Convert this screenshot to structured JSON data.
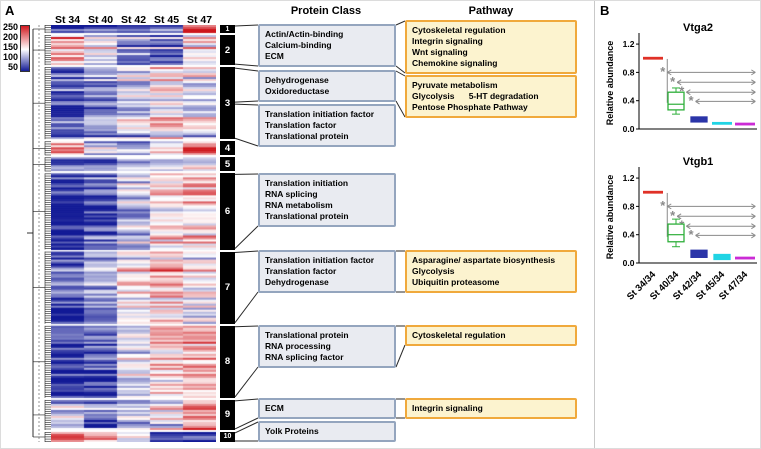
{
  "panel_labels": {
    "a": "A",
    "b": "B"
  },
  "protein_class": {
    "header": "Protein Class",
    "boxes": [
      {
        "lines": [
          "Actin/Actin-binding",
          "Calcium-binding",
          "ECM"
        ],
        "clusters": [
          "1",
          "2"
        ]
      },
      {
        "lines": [
          "Dehydrogenase",
          "Oxidoreductase"
        ],
        "clusters": [
          "3"
        ]
      },
      {
        "lines": [
          "Translation initiation factor",
          "Translation factor",
          "Translational protein"
        ],
        "clusters": [
          "3"
        ]
      },
      {
        "lines": [
          "Translation initiation",
          "RNA splicing",
          "RNA metabolism",
          "Translational protein"
        ],
        "clusters": [
          "6"
        ]
      },
      {
        "lines": [
          "Translation initiation factor",
          "Translation factor",
          "Dehydrogenase"
        ],
        "clusters": [
          "7"
        ]
      },
      {
        "lines": [
          "Translational protein",
          "RNA processing",
          "RNA splicing factor"
        ],
        "clusters": [
          "8"
        ]
      },
      {
        "lines": [
          "ECM"
        ],
        "clusters": [
          "9"
        ]
      },
      {
        "lines": [
          "Yolk Proteins"
        ],
        "clusters": [
          "10"
        ]
      }
    ]
  },
  "pathway": {
    "header": "Pathway",
    "boxes": [
      {
        "lines": [
          "Cytoskeletal regulation",
          "Integrin signaling",
          "Wnt signaling",
          "Chemokine signaling"
        ],
        "from_protein_box": 0
      },
      {
        "lines": [
          "Pyruvate metabolism",
          "Glycolysis      5-HT degradation",
          "Pentose Phosphate Pathway"
        ],
        "from_protein_box": 1
      },
      {
        "lines": [
          "Asparagine/ aspartate biosynthesis",
          "Glycolysis",
          "Ubiquitin proteasome"
        ],
        "from_protein_box": 4
      },
      {
        "lines": [
          "Cytoskeletal regulation"
        ],
        "from_protein_box": 5
      },
      {
        "lines": [
          "Integrin signaling"
        ],
        "from_protein_box": 6
      }
    ]
  },
  "chart_data": [
    {
      "type": "heatmap",
      "columns": [
        "St 34",
        "St 40",
        "St 42",
        "St 45",
        "St 47"
      ],
      "colorbar": {
        "ticks": [
          250,
          200,
          150,
          100,
          50
        ],
        "high_color": "#d21a20",
        "mid_color": "#ffffff",
        "low_color": "#141c96"
      },
      "clusters": [
        {
          "label": "1",
          "rows": 4,
          "pattern": [
            60,
            70,
            80,
            90,
            235
          ]
        },
        {
          "label": "2",
          "rows": 15,
          "pattern": [
            185,
            140,
            95,
            85,
            150
          ]
        },
        {
          "label": "3",
          "rows": 36,
          "pattern": [
            80,
            110,
            140,
            165,
            150
          ]
        },
        {
          "label": "4",
          "rows": 7,
          "pattern": [
            190,
            120,
            95,
            150,
            200
          ]
        },
        {
          "label": "5",
          "rows": 7,
          "pattern": [
            75,
            90,
            110,
            120,
            135
          ]
        },
        {
          "label": "6",
          "rows": 38,
          "pattern": [
            60,
            80,
            120,
            160,
            170
          ]
        },
        {
          "label": "7",
          "rows": 36,
          "pattern": [
            70,
            100,
            150,
            170,
            140
          ]
        },
        {
          "label": "8",
          "rows": 36,
          "pattern": [
            60,
            70,
            130,
            170,
            180
          ]
        },
        {
          "label": "9",
          "rows": 15,
          "pattern": [
            120,
            85,
            110,
            140,
            190
          ]
        },
        {
          "label": "10",
          "rows": 5,
          "pattern": [
            230,
            200,
            140,
            90,
            70
          ]
        }
      ]
    },
    {
      "type": "box",
      "title": "Vtga2",
      "ylabel": "Relative abundance",
      "yticks": [
        "0.0",
        "0.4",
        "0.8",
        "1.2"
      ],
      "ylim": [
        0,
        1.3
      ],
      "groups": [
        {
          "name": "St 34/34",
          "type": "hline",
          "color": "#e03127",
          "value": 1.0
        },
        {
          "name": "St 40/34",
          "type": "box",
          "color": "#2eaf3a",
          "lo": 0.21,
          "q1": 0.27,
          "median": 0.35,
          "q3": 0.52,
          "hi": 0.58,
          "solid": false
        },
        {
          "name": "St 42/34",
          "type": "box",
          "color": "#2b35a8",
          "lo": 0.1,
          "q1": 0.1,
          "median": 0.13,
          "q3": 0.17,
          "hi": 0.17,
          "solid": true
        },
        {
          "name": "St 45/34",
          "type": "hline",
          "color": "#21d4e4",
          "value": 0.08
        },
        {
          "name": "St 47/34",
          "type": "hline",
          "color": "#cb2bd5",
          "value": 0.07
        }
      ],
      "significance": "*",
      "arrows": [
        {
          "v": 0.8,
          "g1": 0.62,
          "g2": 4.45
        },
        {
          "v": 0.66,
          "g1": 1.05,
          "g2": 4.45
        },
        {
          "v": 0.52,
          "g1": 1.45,
          "g2": 4.45
        },
        {
          "v": 0.39,
          "g1": 1.85,
          "g2": 4.45
        }
      ],
      "vline": {
        "g": 0.62,
        "v1": 0.99,
        "v2": 0.37
      }
    },
    {
      "type": "box",
      "title": "Vtgb1",
      "ylabel": "Relative abundance",
      "yticks": [
        "0.0",
        "0.4",
        "0.8",
        "1.2"
      ],
      "ylim": [
        0,
        1.3
      ],
      "categories": [
        "St 34/34",
        "St 40/34",
        "St 42/34",
        "St 45/34",
        "St 47/34"
      ],
      "groups": [
        {
          "name": "St 34/34",
          "type": "hline",
          "color": "#e03127",
          "value": 1.0
        },
        {
          "name": "St 40/34",
          "type": "box",
          "color": "#2eaf3a",
          "lo": 0.23,
          "q1": 0.3,
          "median": 0.4,
          "q3": 0.55,
          "hi": 0.62,
          "solid": false
        },
        {
          "name": "St 42/34",
          "type": "box",
          "color": "#2b35a8",
          "lo": 0.08,
          "q1": 0.08,
          "median": 0.12,
          "q3": 0.18,
          "hi": 0.18,
          "solid": true
        },
        {
          "name": "St 45/34",
          "type": "box",
          "color": "#21d4e4",
          "lo": 0.05,
          "q1": 0.05,
          "median": 0.08,
          "q3": 0.12,
          "hi": 0.12,
          "solid": true
        },
        {
          "name": "St 47/34",
          "type": "hline",
          "color": "#cb2bd5",
          "value": 0.07
        }
      ],
      "significance": "*",
      "arrows": [
        {
          "v": 0.8,
          "g1": 0.62,
          "g2": 4.45
        },
        {
          "v": 0.66,
          "g1": 1.05,
          "g2": 4.45
        },
        {
          "v": 0.52,
          "g1": 1.45,
          "g2": 4.45
        },
        {
          "v": 0.39,
          "g1": 1.85,
          "g2": 4.45
        }
      ],
      "vline": {
        "g": 0.62,
        "v1": 0.99,
        "v2": 0.37
      }
    }
  ]
}
